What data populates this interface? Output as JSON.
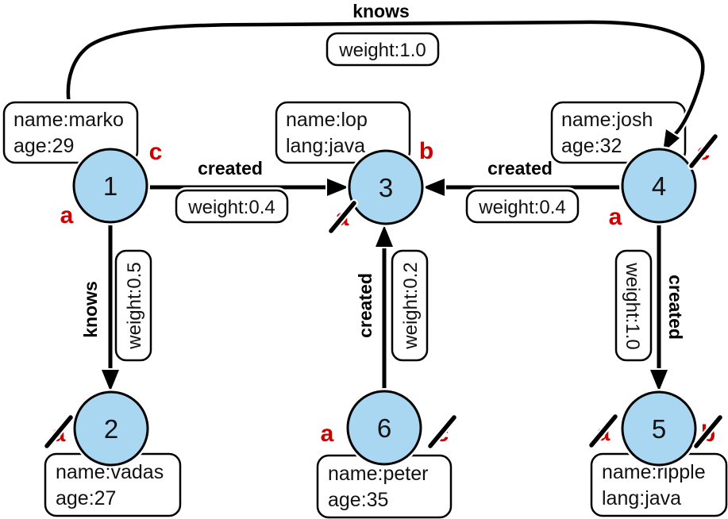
{
  "diagram": {
    "type": "property-graph",
    "background": "#ffffff",
    "colors": {
      "node_fill": "#A9D7F2",
      "node_border": "#000000",
      "step_label_red": "#CC0000",
      "edge_color": "#000000"
    },
    "nodes": [
      {
        "id": "1",
        "props": [
          "name:marko",
          "age:29"
        ]
      },
      {
        "id": "2",
        "props": [
          "name:vadas",
          "age:27"
        ]
      },
      {
        "id": "3",
        "props": [
          "name:lop",
          "lang:java"
        ]
      },
      {
        "id": "4",
        "props": [
          "name:josh",
          "age:32"
        ]
      },
      {
        "id": "5",
        "props": [
          "name:ripple",
          "lang:java"
        ]
      },
      {
        "id": "6",
        "props": [
          "name:peter",
          "age:35"
        ]
      }
    ],
    "edges": [
      {
        "from": "1",
        "to": "4",
        "label": "knows",
        "weight": "weight:1.0"
      },
      {
        "from": "1",
        "to": "3",
        "label": "created",
        "weight": "weight:0.4"
      },
      {
        "from": "4",
        "to": "3",
        "label": "created",
        "weight": "weight:0.4"
      },
      {
        "from": "1",
        "to": "2",
        "label": "knows",
        "weight": "weight:0.5"
      },
      {
        "from": "6",
        "to": "3",
        "label": "created",
        "weight": "weight:0.2"
      },
      {
        "from": "4",
        "to": "5",
        "label": "created",
        "weight": "weight:1.0"
      }
    ],
    "step_labels": [
      {
        "node": "1",
        "letter": "c",
        "position": "top-right",
        "struck": false
      },
      {
        "node": "1",
        "letter": "a",
        "position": "bottom-left",
        "struck": false
      },
      {
        "node": "3",
        "letter": "b",
        "position": "top-right",
        "struck": false
      },
      {
        "node": "3",
        "letter": "a",
        "position": "bottom-left",
        "struck": true
      },
      {
        "node": "4",
        "letter": "c",
        "position": "top-right",
        "struck": true
      },
      {
        "node": "4",
        "letter": "a",
        "position": "bottom-left",
        "struck": false
      },
      {
        "node": "2",
        "letter": "a",
        "position": "left",
        "struck": true
      },
      {
        "node": "6",
        "letter": "a",
        "position": "left",
        "struck": false
      },
      {
        "node": "6",
        "letter": "c",
        "position": "right",
        "struck": true
      },
      {
        "node": "5",
        "letter": "a",
        "position": "left",
        "struck": true
      },
      {
        "node": "5",
        "letter": "b",
        "position": "right",
        "struck": true
      }
    ]
  }
}
